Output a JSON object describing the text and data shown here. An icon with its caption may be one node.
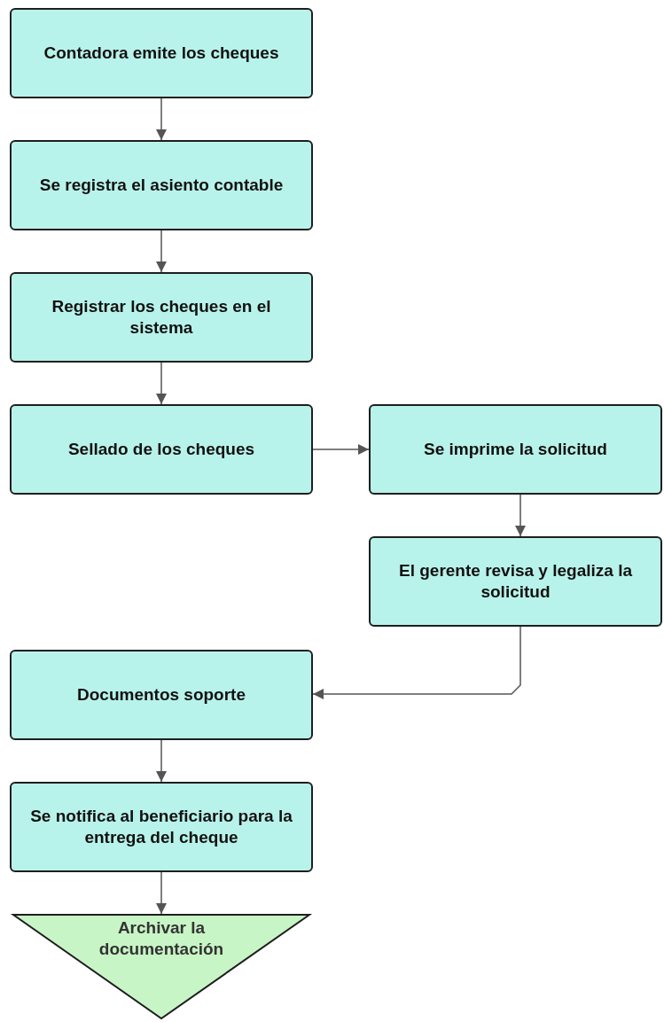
{
  "diagram": {
    "nodes": [
      {
        "text": [
          "Contadora emite los cheques"
        ]
      },
      {
        "text": [
          "Se registra el asiento contable"
        ]
      },
      {
        "text": [
          "Registrar los cheques en el sistema"
        ]
      },
      {
        "text": [
          "Sellado de los cheques"
        ]
      },
      {
        "text": [
          "Se imprime la solicitud"
        ]
      },
      {
        "text": [
          "El gerente revisa y legaliza la solicitud"
        ]
      },
      {
        "text": [
          "Documentos soporte"
        ]
      },
      {
        "text": [
          "Se notifica al beneficiario para la entrega del cheque"
        ]
      },
      {
        "text": [
          "Archivar la documentación"
        ]
      }
    ],
    "edges": [
      {
        "from": 0,
        "to": 1,
        "arrow": "to"
      },
      {
        "from": 1,
        "to": 2,
        "arrow": "to"
      },
      {
        "from": 2,
        "to": 3,
        "arrow": "to"
      },
      {
        "from": 3,
        "to": 4,
        "arrow": "to"
      },
      {
        "from": 4,
        "to": 5,
        "arrow": "to"
      },
      {
        "from": 5,
        "to": 6,
        "arrow": "to"
      },
      {
        "from": 6,
        "to": 7,
        "arrow": "to"
      },
      {
        "from": 7,
        "to": 8,
        "arrow": "to"
      }
    ]
  }
}
